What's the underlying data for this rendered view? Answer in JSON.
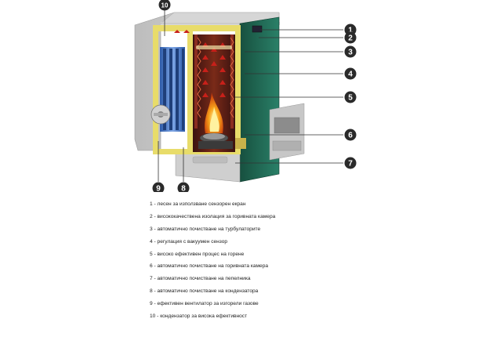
{
  "callouts": [
    "1",
    "2",
    "3",
    "4",
    "5",
    "6",
    "7",
    "8",
    "9",
    "10"
  ],
  "legend": [
    {
      "num": "1",
      "text": "лесен за използване сензорен екран"
    },
    {
      "num": "2",
      "text": "висококачествена изолация за горивната камера"
    },
    {
      "num": "3",
      "text": "автоматично почистване на турбулаторите"
    },
    {
      "num": "4",
      "text": "регулация с вакуумен сензор"
    },
    {
      "num": "5",
      "text": "високо ефективен процес на горене"
    },
    {
      "num": "6",
      "text": "автоматично почистване на горивната камера"
    },
    {
      "num": "7",
      "text": "автоматично почистване на пепелника"
    },
    {
      "num": "8",
      "text": "автоматично почистване на кондензатора"
    },
    {
      "num": "9",
      "text": "ефективен вентилатор за изгорели газове"
    },
    {
      "num": "10",
      "text": "кондензатор за висока ефективност"
    }
  ],
  "colors": {
    "casing_green": "#1f6b57",
    "casing_grey": "#c9c9c9",
    "insulation_yellow": "#e8dc6a",
    "badge": "#2a2a2a",
    "flame": "#f7a21b",
    "heat_arrows": "#c8201a",
    "condenser_blue": "#3a6fc4"
  }
}
